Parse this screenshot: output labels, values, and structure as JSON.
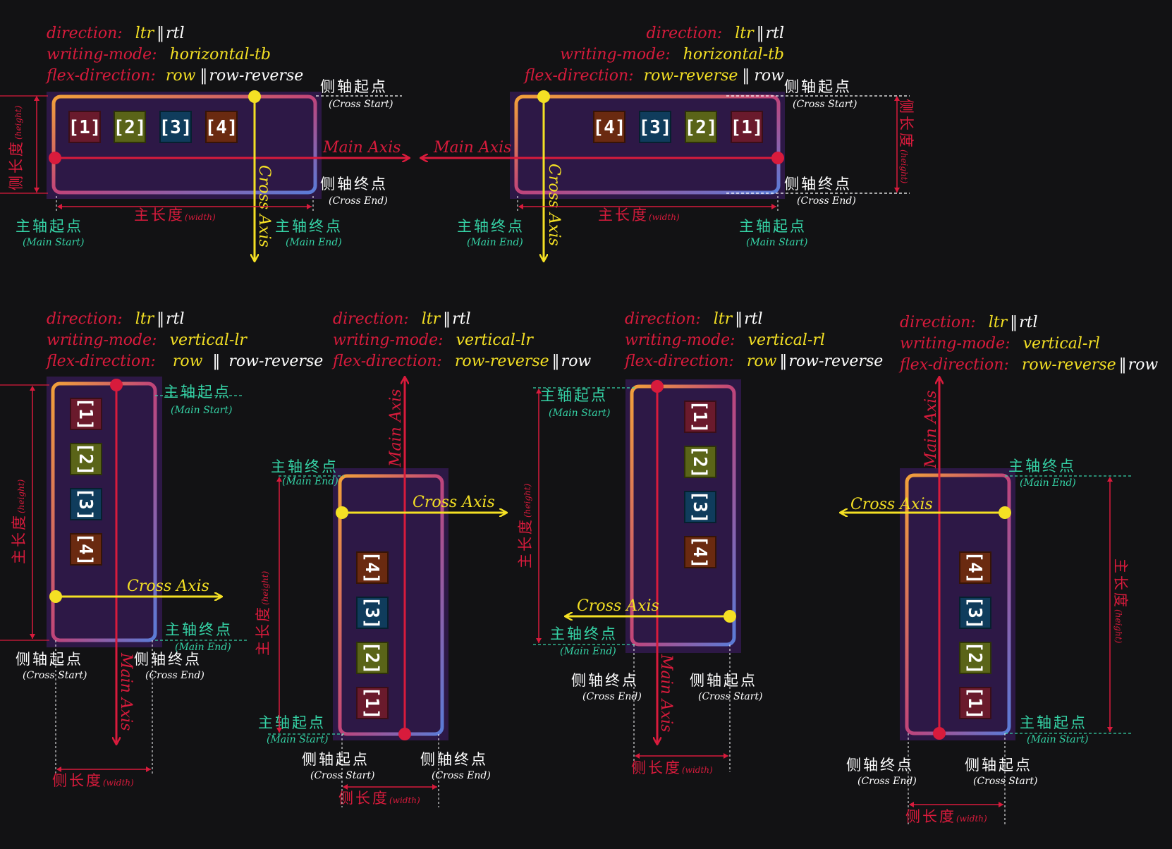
{
  "colors": {
    "background": "#121214",
    "container": "#2d1846",
    "main_axis": "#d81b3c",
    "cross_axis": "#f4e024",
    "main_label": "#35d3a6",
    "cross_label": "#ffffff",
    "item_1": "#6a1a2c",
    "item_2": "#5a6418",
    "item_3": "#0f3c5c",
    "item_4": "#6a2a10"
  },
  "labels": {
    "direction_key": "direction:",
    "writing_mode_key": "writing-mode:",
    "flex_direction_key": "flex-direction:",
    "dir_ltr": "ltr",
    "dir_rtl": "rtl",
    "sep": "‖",
    "main_start_zh": "主轴起点",
    "main_start_en": "(Main Start)",
    "main_end_zh": "主轴终点",
    "main_end_en": "(Main End)",
    "cross_start_zh": "侧轴起点",
    "cross_start_en": "(Cross Start)",
    "cross_end_zh": "侧轴终点",
    "cross_end_en": "(Cross End)",
    "main_size_zh": "主长度",
    "cross_size_zh": "侧长度",
    "width_en": "(width)",
    "height_en": "(height)",
    "main_axis": "Main Axis",
    "cross_axis": "Cross Axis",
    "items": [
      "[1]",
      "[2]",
      "[3]",
      "[4]"
    ]
  },
  "panels": [
    {
      "writing_mode": "horizontal-tb",
      "flex_direction_a": "row",
      "flex_direction_b": "row-reverse"
    },
    {
      "writing_mode": "horizontal-tb",
      "flex_direction_a": "row-reverse",
      "flex_direction_b": "row"
    },
    {
      "writing_mode": "vertical-lr",
      "flex_direction_a": "row",
      "flex_direction_b": "row-reverse"
    },
    {
      "writing_mode": "vertical-lr",
      "flex_direction_a": "row-reverse",
      "flex_direction_b": "row"
    },
    {
      "writing_mode": "vertical-rl",
      "flex_direction_a": "row",
      "flex_direction_b": "row-reverse"
    },
    {
      "writing_mode": "vertical-rl",
      "flex_direction_a": "row-reverse",
      "flex_direction_b": "row"
    }
  ]
}
